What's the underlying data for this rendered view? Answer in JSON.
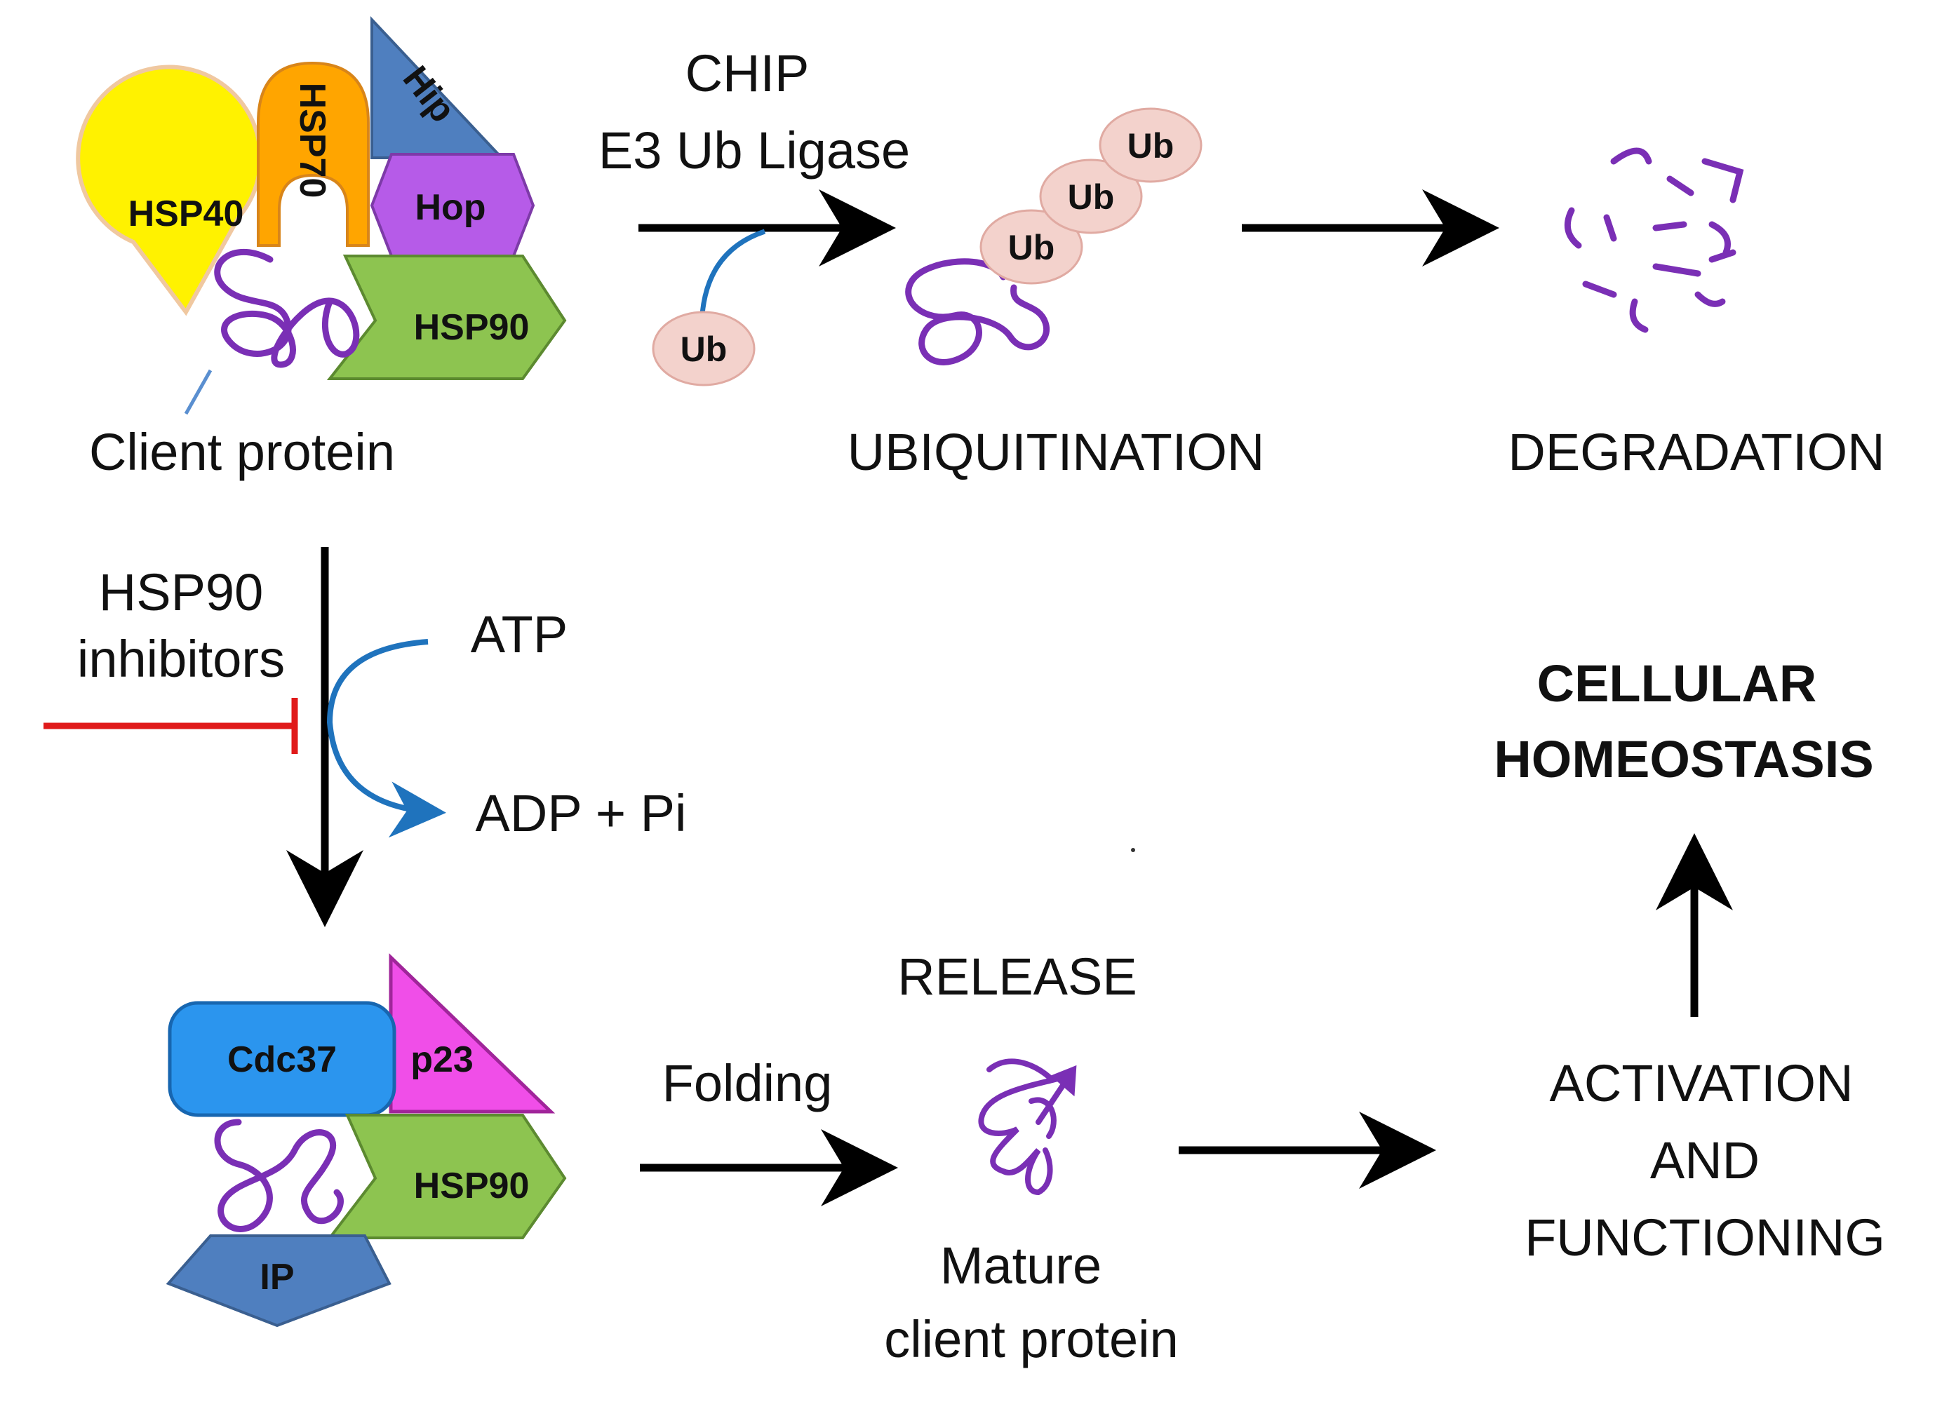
{
  "colors": {
    "hsp40": "#fff200",
    "hsp70": "#ffa500",
    "hip": "#4f7fbf",
    "hop": "#b65be8",
    "hsp90": "#8dc450",
    "cdc37": "#2b95ee",
    "p23": "#f04ee8",
    "ip": "#4f7fbf",
    "ub": "#f3d2cc",
    "client": "#7a2fb5",
    "arrow": "#000000",
    "blue_arrow": "#1f73bd",
    "inhibitor": "#e01a1a"
  },
  "labels": {
    "hsp40": "HSP40",
    "hsp70": "HSP70",
    "hip": "Hip",
    "hop": "Hop",
    "hsp90_top": "HSP90",
    "client_protein": "Client  protein",
    "chip": "CHIP",
    "e3": "E3 Ub Ligase",
    "ub": "Ub",
    "ubiquitination": "UBIQUITINATION",
    "degradation": "DEGRADATION",
    "hsp90_inhibitors_1": "HSP90",
    "hsp90_inhibitors_2": "inhibitors",
    "atp": "ATP",
    "adp": "ADP + Pi",
    "cellular": "CELLULAR",
    "homeostasis": "HOMEOSTASIS",
    "cdc37": "Cdc37",
    "p23": "p23",
    "hsp90_bottom": "HSP90",
    "ip": "IP",
    "folding": "Folding",
    "release": "RELEASE",
    "mature": "Mature",
    "mature_client": "client  protein",
    "activation": "ACTIVATION",
    "and": "AND",
    "functioning": "FUNCTIONING"
  }
}
